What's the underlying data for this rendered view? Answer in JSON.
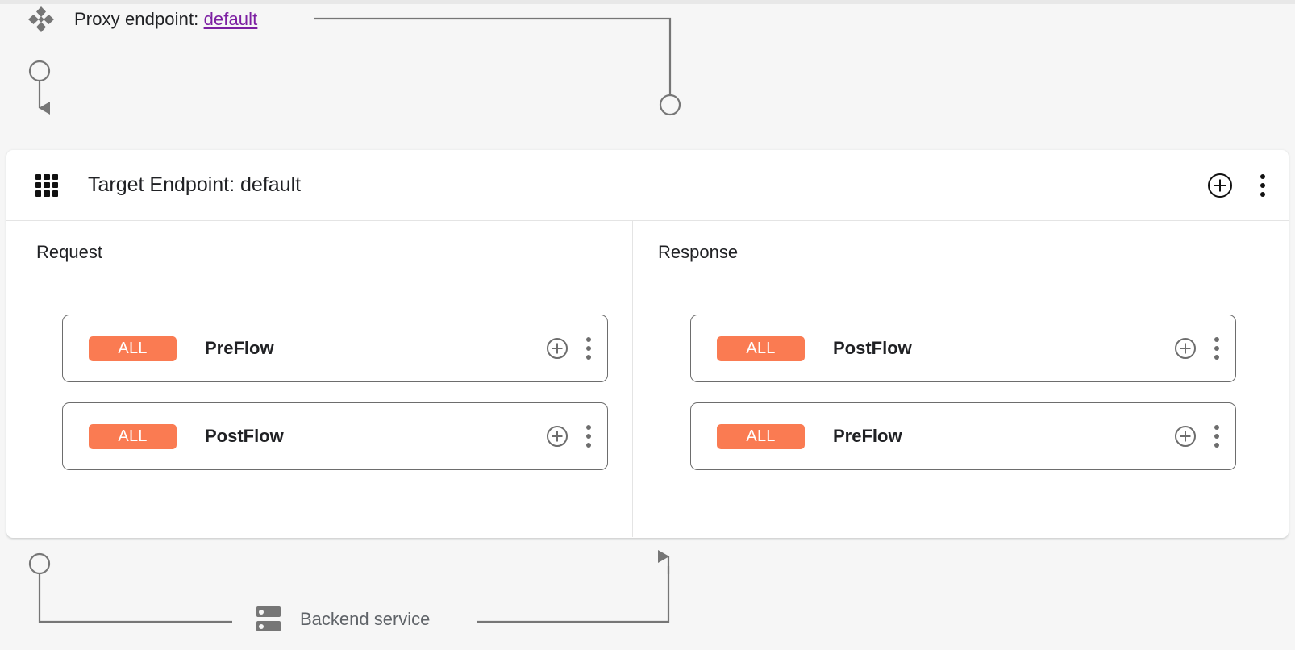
{
  "proxy": {
    "icon": "proxy-diamond-icon",
    "label_prefix": "Proxy endpoint: ",
    "name": "default",
    "full_label": "Proxy endpoint:"
  },
  "endpoint_card": {
    "icon": "apps-grid-icon",
    "title": "Target Endpoint: default",
    "actions": [
      {
        "name": "add-icon",
        "glyph": "plus-circle"
      },
      {
        "name": "more-options-icon",
        "glyph": "kebab"
      }
    ]
  },
  "columns": [
    {
      "id": "request",
      "label": "Request",
      "direction": "down",
      "rows": [
        {
          "badge": "ALL",
          "name": "PreFlow",
          "add_label": "add-icon",
          "menu_label": "more-options-icon"
        },
        {
          "badge": "ALL",
          "name": "PostFlow",
          "add_label": "add-icon",
          "menu_label": "more-options-icon"
        }
      ]
    },
    {
      "id": "response",
      "label": "Response",
      "direction": "up",
      "rows": [
        {
          "badge": "ALL",
          "name": "PostFlow",
          "add_label": "add-icon",
          "menu_label": "more-options-icon"
        },
        {
          "badge": "ALL",
          "name": "PreFlow",
          "add_label": "add-icon",
          "menu_label": "more-options-icon"
        }
      ]
    }
  ],
  "backend": {
    "icon": "server-icon",
    "label": "Backend service"
  },
  "colors": {
    "badge_orange": "#fa7b52",
    "link_purple": "#7c1fa2",
    "wire_gray": "#767676",
    "page_background": "#f6f6f6",
    "card_background": "#ffffff",
    "text_primary": "#202124",
    "text_secondary": "#5f6368"
  }
}
